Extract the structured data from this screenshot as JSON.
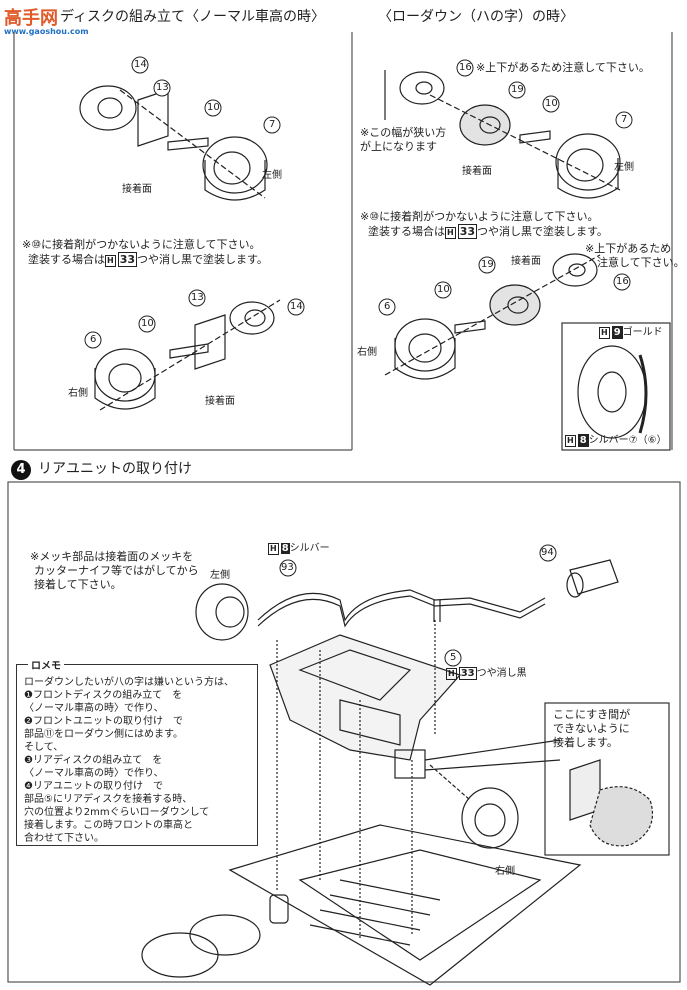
{
  "watermark": {
    "brand": "高手网",
    "sub": "www.gaoshou.com"
  },
  "section3": {
    "left_title": "ディスクの組み立て〈ノーマル車高の時〉",
    "right_title": "〈ローダウン（ハの字）の時〉",
    "note_top_right": "※上下があるため注意して下さい。",
    "note_width": "※この幅が狭い方が上になります",
    "note_glue_left_1": "※⑩に接着剤がつかないように注意して下さい。",
    "note_glue_left_2": "塗装する場合は",
    "note_glue_right_1": "※⑩に接着剤がつかないように注意して下さい。",
    "note_glue_right_2": "塗装する場合は",
    "paint_label_33": "33",
    "paint_text_33": "つや消し黒で塗装します。",
    "note_updown_2_a": "※上下があるため",
    "note_updown_2_b": "注意して下さい。",
    "glue_face": "接着面",
    "left_side": "左側",
    "right_side": "右側",
    "parts": {
      "p14": "14",
      "p13": "13",
      "p10": "10",
      "p7": "7",
      "p6": "6",
      "p16": "16",
      "p19": "19"
    },
    "inset": {
      "gold_code": "9",
      "gold_label": "ゴールド",
      "silver_code": "8",
      "silver_label": "シルバー",
      "part_ref": "⑦（⑥）"
    }
  },
  "section4": {
    "step": "4",
    "title": "リアユニットの取り付け",
    "chrome_note": [
      "※メッキ部品は接着面のメッキを",
      "カッターナイフ等ではがしてから",
      "接着して下さい。"
    ],
    "left_side": "左側",
    "right_side": "右側",
    "paint_silver_code": "8",
    "paint_silver_label": "シルバー",
    "paint_black_code": "33",
    "paint_black_label": "つや消し黒",
    "parts": {
      "p93": "93",
      "p94": "94",
      "p5": "5"
    },
    "gap_note": [
      "ここにすき間が",
      "できないように",
      "接着します。"
    ],
    "memo_title": "ロメモ",
    "memo_lines": [
      "ローダウンしたいが八の字は嫌いという方は、",
      "❶フロントディスクの組み立て　を",
      "〈ノーマル車高の時〉で作り、",
      "❷フロントユニットの取り付け　で",
      "部品⑪をローダウン側にはめます。",
      "そして、",
      "❸リアディスクの組み立て　を",
      "〈ノーマル車高の時〉で作り、",
      "❹リアユニットの取り付け　で",
      "部品⑤にリアディスクを接着する時、",
      "穴の位置より2mmぐらいローダウンして",
      "接着します。この時フロントの車高と",
      "合わせて下さい。"
    ]
  }
}
